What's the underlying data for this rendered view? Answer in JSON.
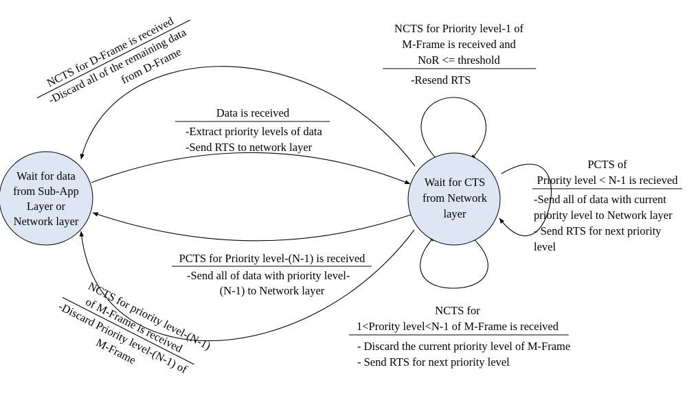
{
  "states": {
    "wait_data": {
      "lines": [
        "Wait for data",
        "from Sub-App",
        "Layer or",
        "Network layer"
      ]
    },
    "wait_cts": {
      "lines": [
        "Wait for CTS",
        "from Network",
        "layer"
      ]
    }
  },
  "transitions": {
    "data_received": {
      "condition": "Data is received",
      "actions": [
        "-Extract priority levels of data",
        "-Send RTS to network layer"
      ]
    },
    "pcts_n1": {
      "condition": "PCTS for Priority level-(N-1) is received",
      "actions": [
        "-Send all of data with priority level-",
        "(N-1) to Network layer"
      ]
    },
    "ncts_dframe": {
      "condition": "NCTS for D-Frame is received",
      "actions": [
        "-Discard all of the remaining data",
        "from D-Frame"
      ]
    },
    "ncts_n1": {
      "condition": [
        "NCTS for priority level-(N-1)",
        "of M-Frame is received"
      ],
      "actions": [
        "-Discard Priority level-(N-1) of",
        "M-Frame"
      ]
    },
    "ncts_p1": {
      "condition": [
        "NCTS for Priority level-1 of",
        "M-Frame is received and",
        "NoR <= threshold"
      ],
      "actions": [
        "-Resend RTS"
      ]
    },
    "pcts_lt": {
      "condition": [
        "PCTS of",
        "Priority level < N-1 is recieved"
      ],
      "actions": [
        "-Send all of data with current",
        "priority level to Network layer",
        "- Send RTS for next priority",
        "level"
      ]
    },
    "ncts_mid": {
      "condition": [
        "NCTS for",
        "1<Prority level<N-1 of M-Frame is received"
      ],
      "actions": [
        "- Discard the current priority level of M-Frame",
        "- Send RTS for next priority level"
      ]
    }
  }
}
